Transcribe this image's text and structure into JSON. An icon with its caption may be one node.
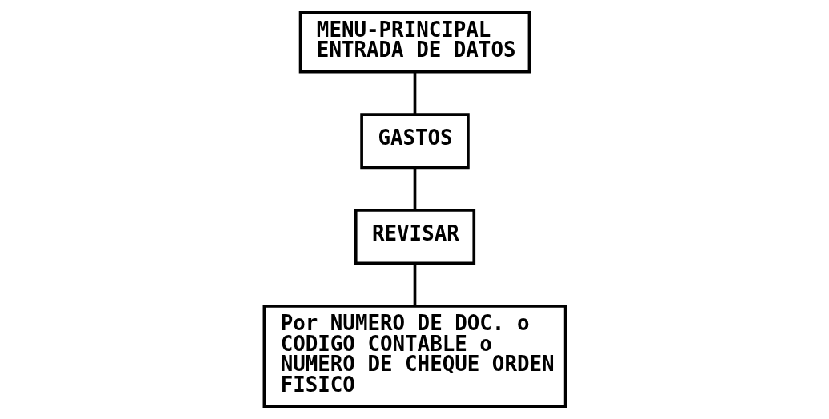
{
  "diagram": {
    "nodes": [
      {
        "text": [
          "MENU-PRINCIPAL",
          "ENTRADA DE DATOS"
        ]
      },
      {
        "text": [
          "GASTOS"
        ]
      },
      {
        "text": [
          "REVISAR"
        ]
      },
      {
        "text": [
          "Por NUMERO DE DOC. o CODIGO CONTABLE o NUMERO DE CHEQUE ORDEN FISICO"
        ]
      }
    ],
    "edges": [
      {
        "from": 0,
        "to": 1,
        "arrow": "none"
      },
      {
        "from": 1,
        "to": 2,
        "arrow": "none"
      },
      {
        "from": 2,
        "to": 3,
        "arrow": "none"
      }
    ]
  }
}
